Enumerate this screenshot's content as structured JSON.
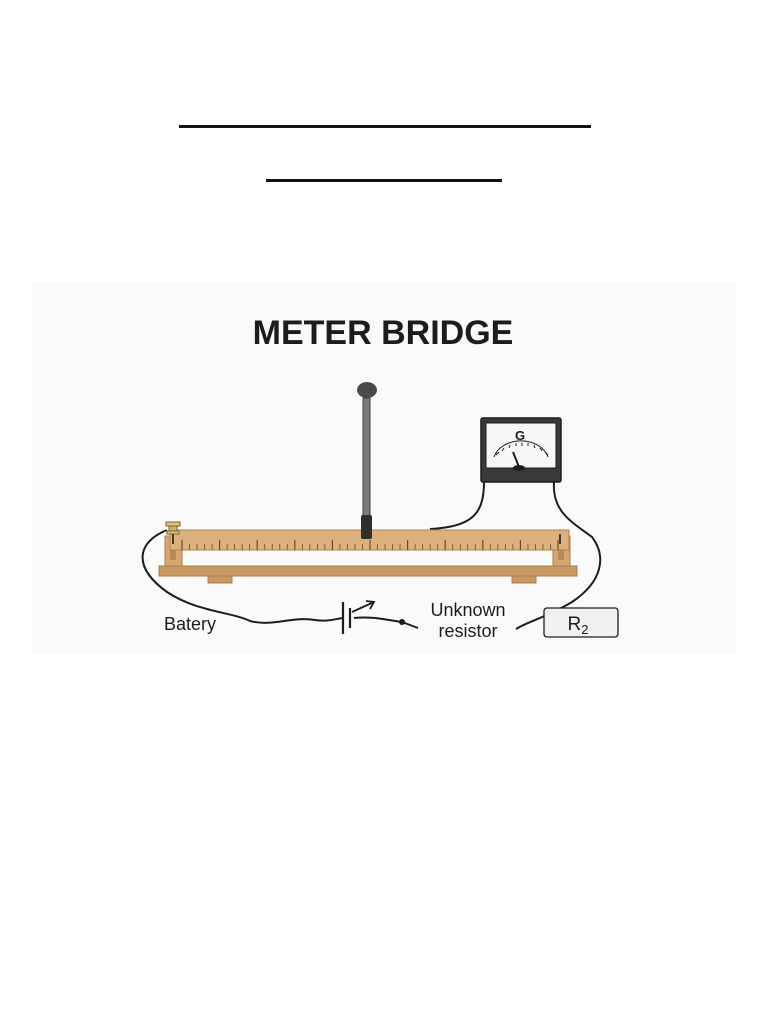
{
  "diagram": {
    "title": "METER BRIDGE",
    "galvanometer_label": "G",
    "battery_label": "Batery",
    "unknown_resistor_label_line1": "Unknown",
    "unknown_resistor_label_line2": "resistor",
    "resistor_box_label": "R",
    "resistor_box_subscript": "2"
  },
  "colors": {
    "wood_light": "#dcb17e",
    "wood_dark": "#c89a62",
    "ink": "#1c1c1c",
    "jockey_rod": "#7a7a7a",
    "panel_bg": "#fafafa"
  },
  "icons": {
    "jockey": "jockey-probe-icon",
    "galvanometer": "galvanometer-icon",
    "battery": "battery-cell-icon",
    "terminal": "binding-post-icon"
  }
}
